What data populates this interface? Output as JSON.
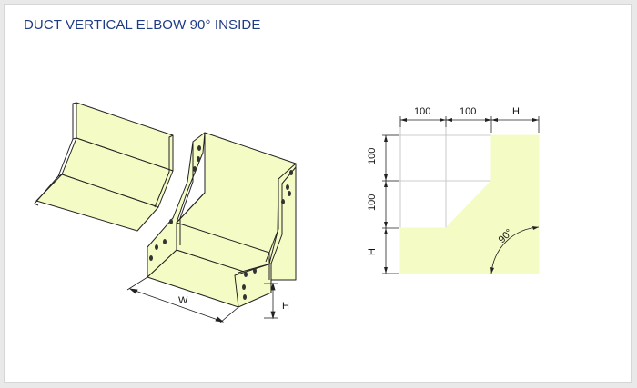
{
  "title": "DUCT VERTICAL ELBOW 90° INSIDE",
  "colors": {
    "fill": "#f5fbc4",
    "title": "#1f3b86",
    "line": "#222222",
    "panel_bg": "#ffffff",
    "page_bg": "#e9e9e9"
  },
  "iso": {
    "width_label": "W",
    "height_label": "H"
  },
  "plan": {
    "top_dims": [
      "100",
      "100",
      "H"
    ],
    "side_dims": [
      "100",
      "100",
      "H"
    ],
    "angle_label": "90°"
  }
}
